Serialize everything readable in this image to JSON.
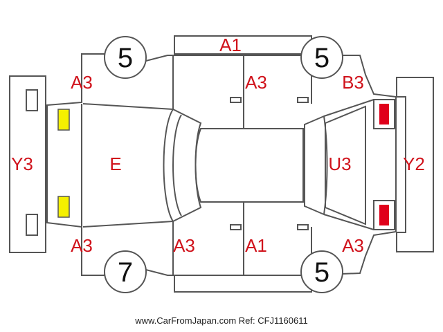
{
  "tires": {
    "front_left": "5",
    "front_right": "5",
    "rear_left": "7",
    "rear_right": "5"
  },
  "codes": {
    "top_panel": "A1",
    "top_left_fender": "A3",
    "top_front_door": "A3",
    "top_right_fender": "B3",
    "front_bumper": "Y3",
    "hood": "E",
    "trunk": "U3",
    "rear_bumper": "Y2",
    "bottom_left_fender": "A3",
    "bottom_front_door": "A3",
    "bottom_rear_door": "A1",
    "bottom_right_fender": "A3"
  },
  "colors": {
    "code_text": "#d0121b",
    "headlight": "#f5f000",
    "taillight": "#e0001a",
    "outline": "#555555"
  },
  "footer": {
    "watermark": "www.CarFromJapan.com Ref: CFJ1160611"
  }
}
